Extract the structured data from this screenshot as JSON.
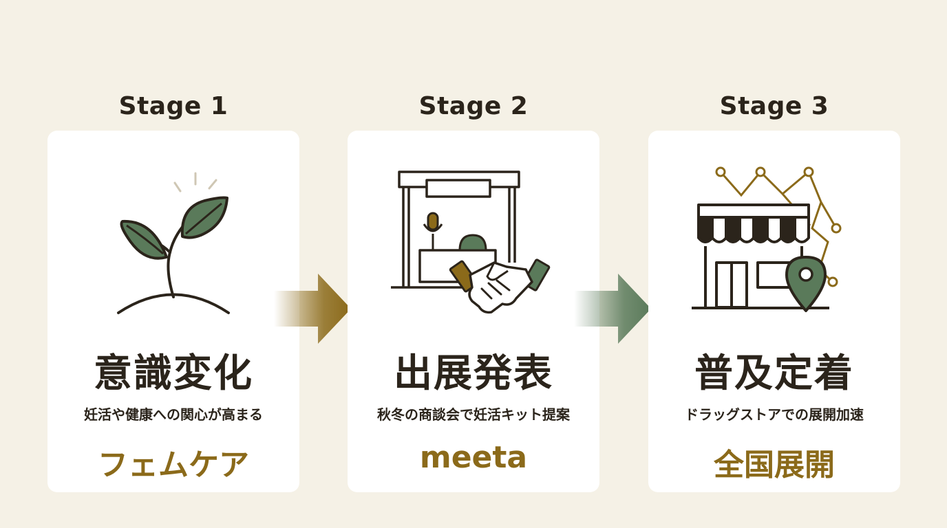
{
  "stages": [
    {
      "label": "Stage 1",
      "title": "意識変化",
      "description": "妊活や健康への関心が高まる",
      "brand": "フェムケア",
      "icon": "sprout-icon"
    },
    {
      "label": "Stage 2",
      "title": "出展発表",
      "description": "秋冬の商談会で妊活キット提案",
      "brand": "meeta",
      "icon": "booth-handshake-icon"
    },
    {
      "label": "Stage 3",
      "title": "普及定着",
      "description": "ドラッグストアでの展開加速",
      "brand": "全国展開",
      "icon": "store-network-icon"
    }
  ],
  "colors": {
    "background": "#f5f1e6",
    "card": "#ffffff",
    "text": "#2b241b",
    "gold": "#8b6a1a",
    "green": "#5a7a5a"
  }
}
